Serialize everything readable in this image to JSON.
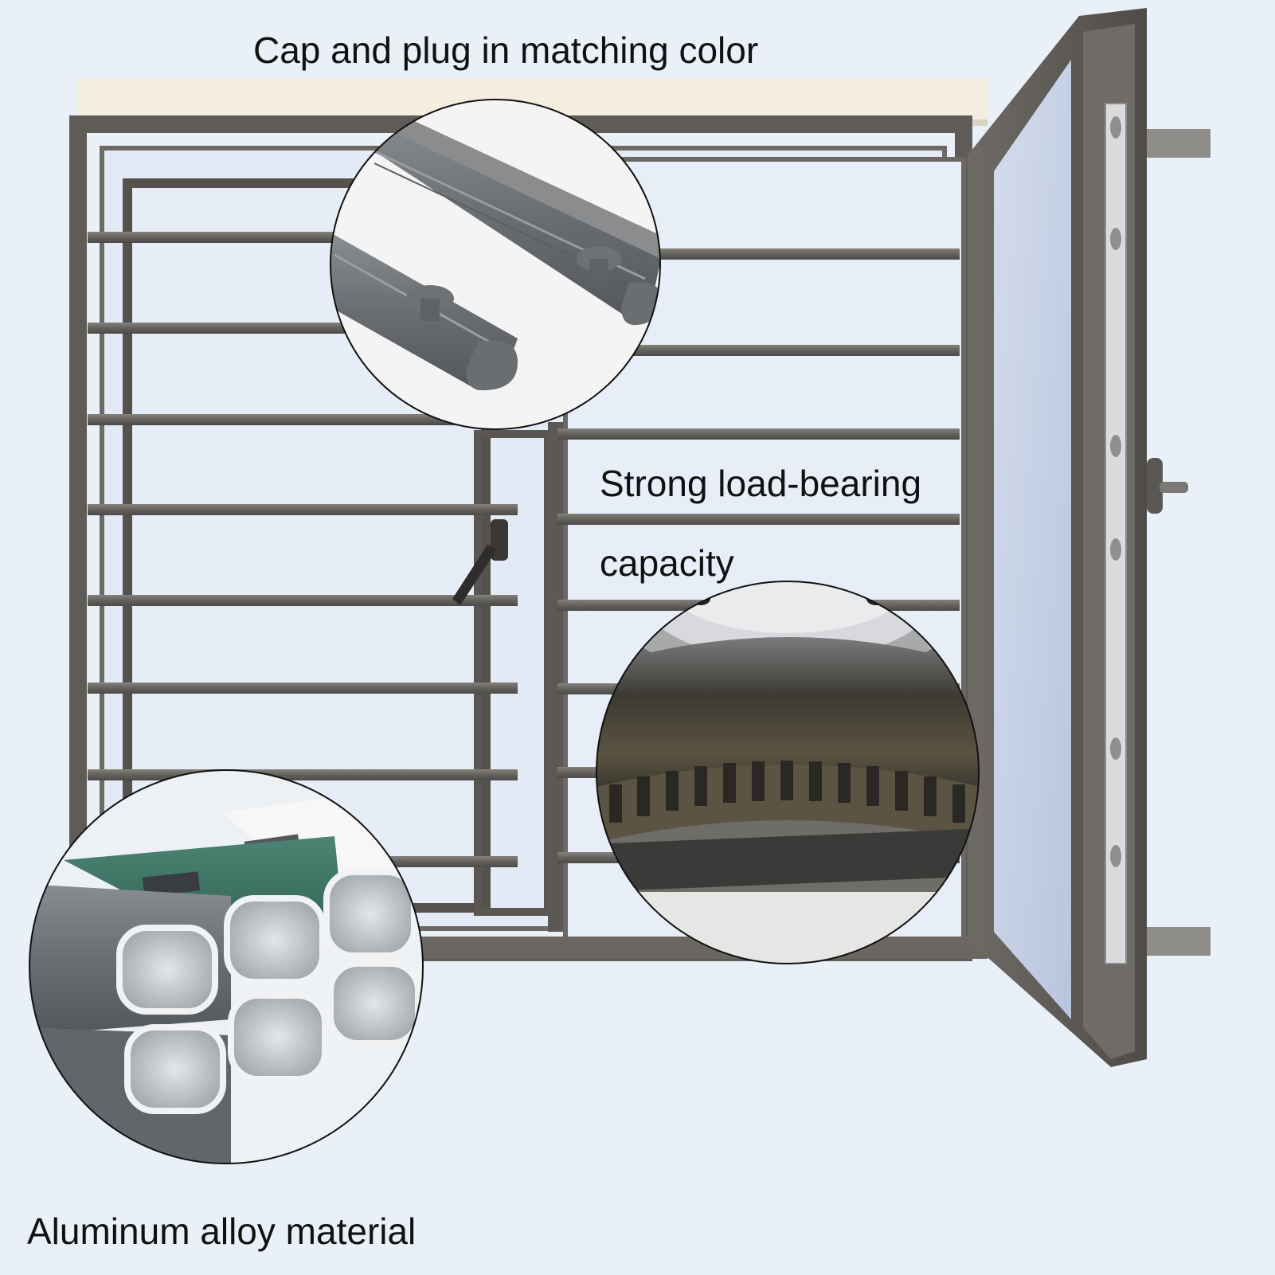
{
  "captions": {
    "cap_plug": "Cap and plug in matching color",
    "load_line1": "Strong load-bearing",
    "load_line2": "capacity",
    "aluminum": "Aluminum alloy material"
  },
  "colors": {
    "background": "#eaf0f8",
    "frame": "#5f5c58",
    "bar": "#6b6965",
    "glass": "#c9d3e6",
    "aluminum": "#c9ccd0",
    "green_coating": "#3e7263",
    "grey_coating": "#6a6f74"
  }
}
